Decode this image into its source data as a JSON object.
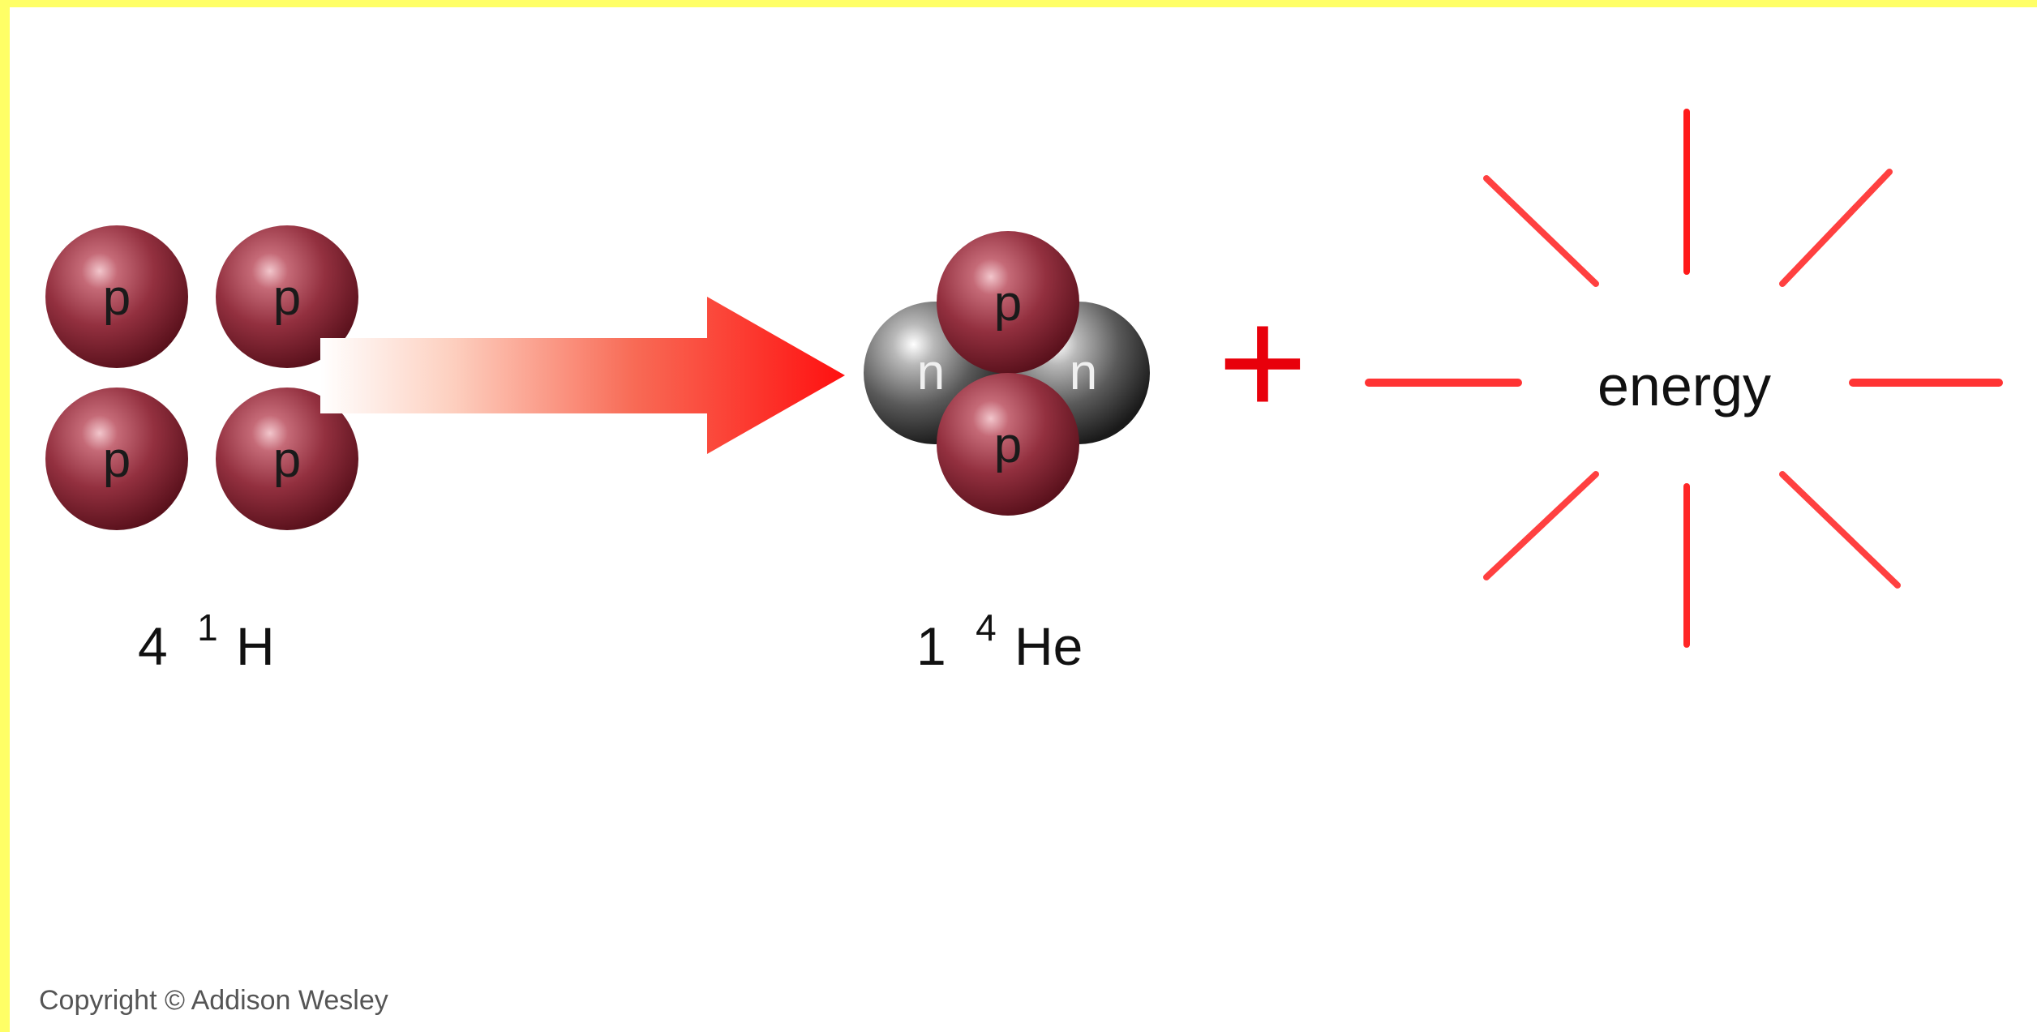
{
  "reactants": {
    "coefficient": "4",
    "mass_number": "1",
    "symbol": "H",
    "particle_letter": "p",
    "count": 4
  },
  "product": {
    "coefficient": "1",
    "mass_number": "4",
    "symbol": "He",
    "proton_letter": "p",
    "neutron_letter": "n"
  },
  "plus_sign": "+",
  "energy_label": "energy",
  "copyright": "Copyright © Addison Wesley",
  "colors": {
    "border": "#ffff66",
    "arrow": "#ff1a1a",
    "plus": "#e8000b",
    "proton": "#8b2b3a",
    "neutron": "#4a4a4a",
    "rays": "#ff0000"
  }
}
